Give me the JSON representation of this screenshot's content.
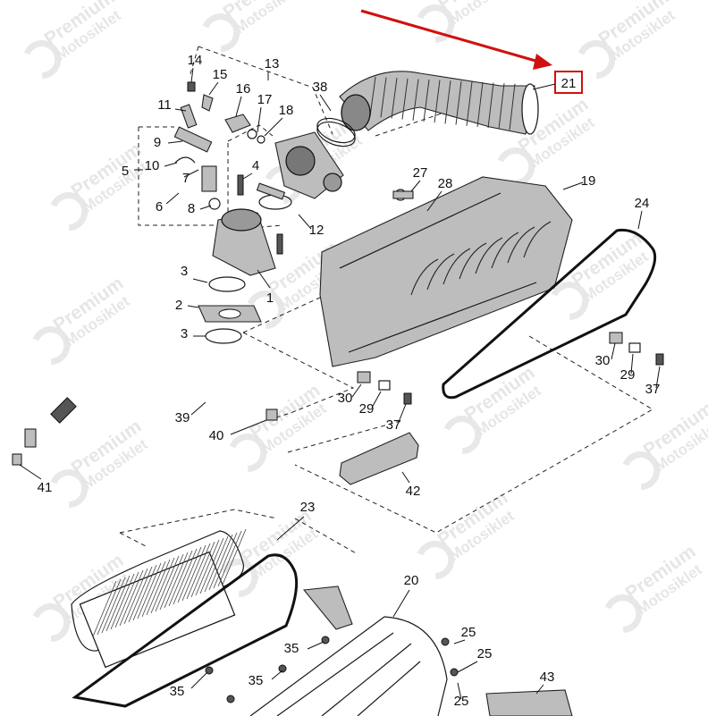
{
  "watermark": {
    "line1": "Premium",
    "line2": "Motosiklet"
  },
  "highlight": {
    "part_number": "21",
    "color": "#d01010"
  },
  "callouts": [
    "14",
    "15",
    "13",
    "16",
    "17",
    "18",
    "38",
    "11",
    "9",
    "10",
    "5",
    "7",
    "6",
    "8",
    "4",
    "12",
    "27",
    "28",
    "19",
    "24",
    "3",
    "2",
    "1",
    "30",
    "29",
    "37",
    "39",
    "40",
    "41",
    "42",
    "23",
    "20",
    "35",
    "25",
    "43"
  ]
}
